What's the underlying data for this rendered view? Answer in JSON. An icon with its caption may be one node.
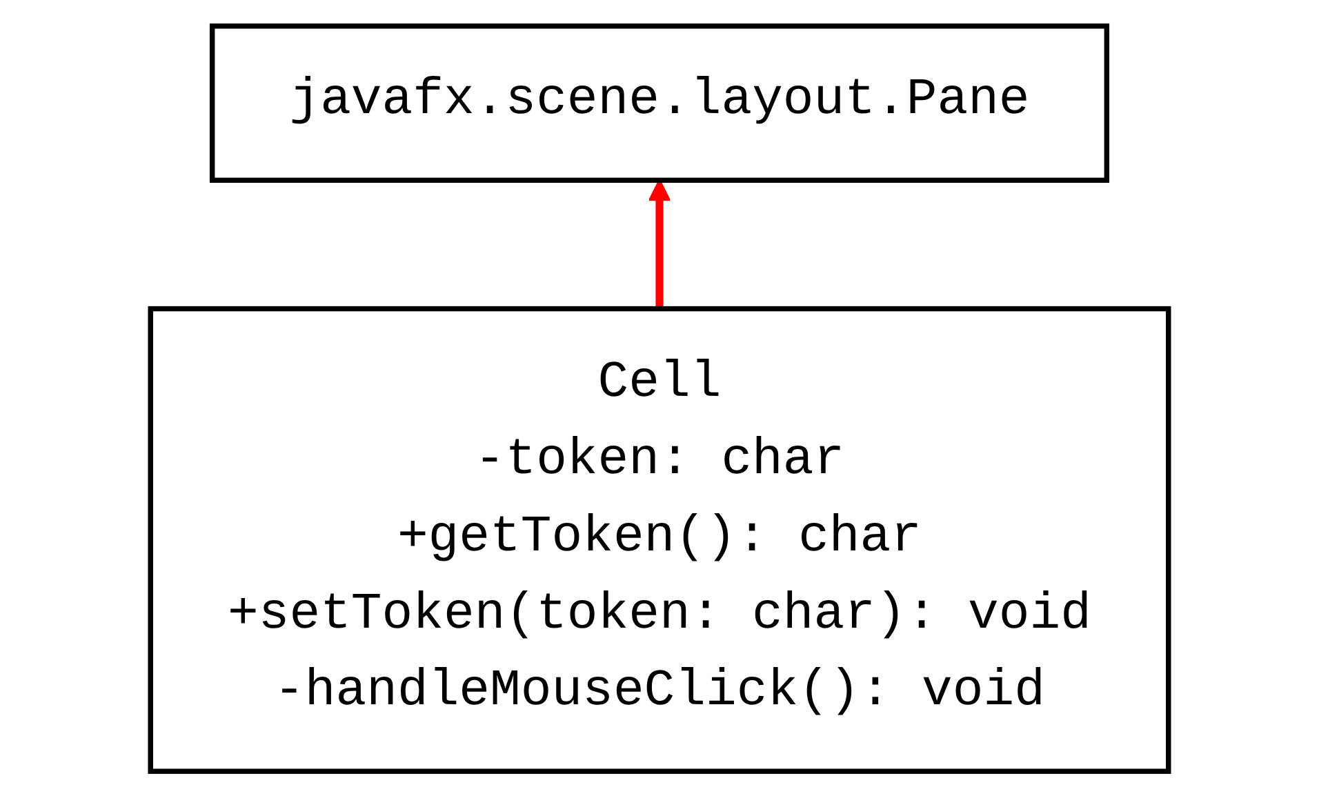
{
  "diagram": {
    "nodes": [
      {
        "text": [
          "javafx.scene.layout.Pane"
        ]
      },
      {
        "text": [
          "Cell",
          "-token: char",
          "+getToken(): char",
          "+setToken(token: char): void",
          "-handleMouseClick(): void"
        ]
      }
    ],
    "edges": [
      {
        "from": 1,
        "to": 0,
        "arrow": "to",
        "color": "#ff0000"
      }
    ]
  }
}
